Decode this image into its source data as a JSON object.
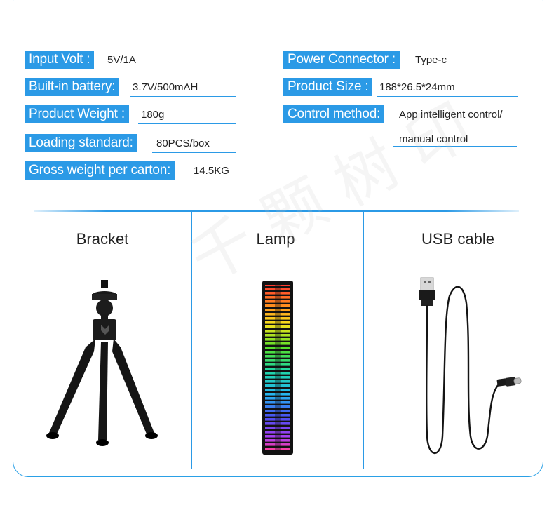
{
  "specs": {
    "input_volt": {
      "label": "Input Volt :",
      "value": "5V/1A"
    },
    "power_connector": {
      "label": "Power Connector :",
      "value": "Type-c"
    },
    "battery": {
      "label": "Built-in battery:",
      "value": "3.7V/500mAH"
    },
    "product_size": {
      "label": "Product Size :",
      "value": "188*26.5*24mm"
    },
    "weight": {
      "label": "Product Weight :",
      "value": "180g"
    },
    "control_method": {
      "label": "Control method:",
      "value_line1": "App intelligent control/",
      "value_line2": "manual control"
    },
    "loading": {
      "label": "Loading standard:",
      "value": "80PCS/box"
    },
    "gross_weight": {
      "label": "Gross weight per carton:",
      "value": "14.5KG"
    }
  },
  "items": [
    {
      "title": "Bracket",
      "icon": "tripod-icon"
    },
    {
      "title": "Lamp",
      "icon": "rgb-lamp-icon"
    },
    {
      "title": "USB cable",
      "icon": "usb-cable-icon"
    }
  ],
  "colors": {
    "accent": "#2b9ae6"
  }
}
